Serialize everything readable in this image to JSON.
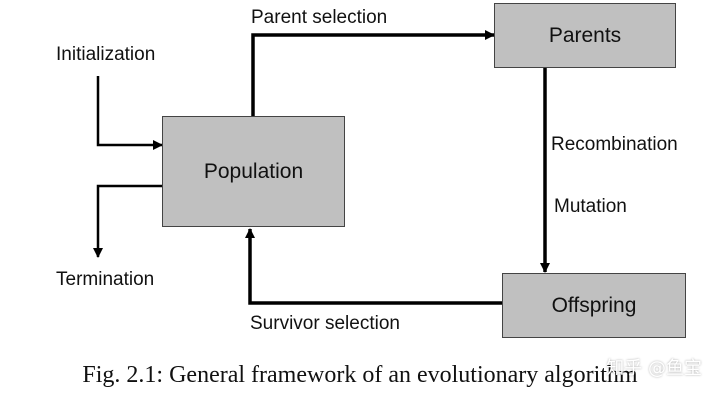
{
  "diagram": {
    "nodes": {
      "population": "Population",
      "parents": "Parents",
      "offspring": "Offspring"
    },
    "edges": {
      "parent_selection": "Parent selection",
      "recombination": "Recombination",
      "mutation": "Mutation",
      "survivor_selection": "Survivor selection",
      "initialization": "Initialization",
      "termination": "Termination"
    },
    "caption": "Fig. 2.1: General framework of an evolutionary algorithm",
    "watermark": "知乎 @鱼宝"
  }
}
